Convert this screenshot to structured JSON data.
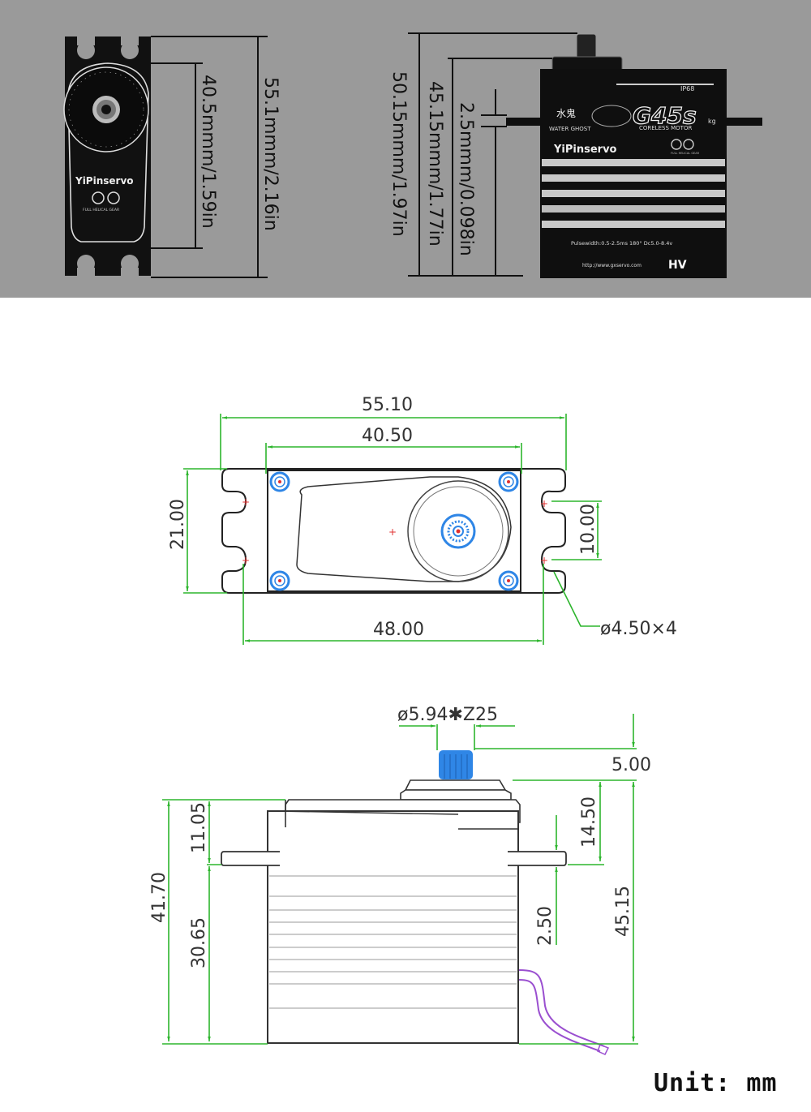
{
  "photo_section": {
    "background": "#9a9a9a",
    "front_view": {
      "dim_total_height": "55.1mmm/2.16in",
      "dim_body_height": "40.5mmm/1.59in",
      "brand": "YiPinservo",
      "gear_label": "FULL HELICAL GEAR"
    },
    "side_view": {
      "dim_total_height": "50.15mmm/1.97in",
      "dim_body_height": "45.15mmm/1.77in",
      "dim_flange_thickness": "2.5mmm/0.098in",
      "chinese_name": "水鬼",
      "series_name": "WATER GHOST",
      "rating": "IP68",
      "model": "G45s",
      "model_suffix": "kg",
      "motor": "CORELESS MOTOR",
      "brand": "YiPinservo",
      "gear_label": "FULL HELICAL GEAR",
      "spec_line": "Pulsewidth:0.5-2.5ms 180° Dc5.0-8.4v",
      "url": "http://www.gxservo.com",
      "voltage_badge": "HV"
    }
  },
  "top_drawing": {
    "dim_overall_length": "55.10",
    "dim_body_length": "40.50",
    "dim_width": "21.00",
    "dim_hole_spacing_vertical": "10.00",
    "dim_hole_spacing_horizontal": "48.00",
    "dim_holes": "ø4.50×4"
  },
  "side_drawing": {
    "dim_spline": "ø5.94✱Z25",
    "dim_spline_height": "5.00",
    "dim_top_to_flange": "14.50",
    "dim_flange_thickness": "2.50",
    "dim_total_height": "45.15",
    "dim_case_height": "41.70",
    "dim_upper_case": "11.05",
    "dim_lower_case": "30.65"
  },
  "colors": {
    "dimension_line": "#2db52d",
    "spline_blue": "#2f86e6",
    "wire_purple": "#9a4fd0",
    "center_mark": "#e03030"
  },
  "unit_label": "Unit:  mm"
}
